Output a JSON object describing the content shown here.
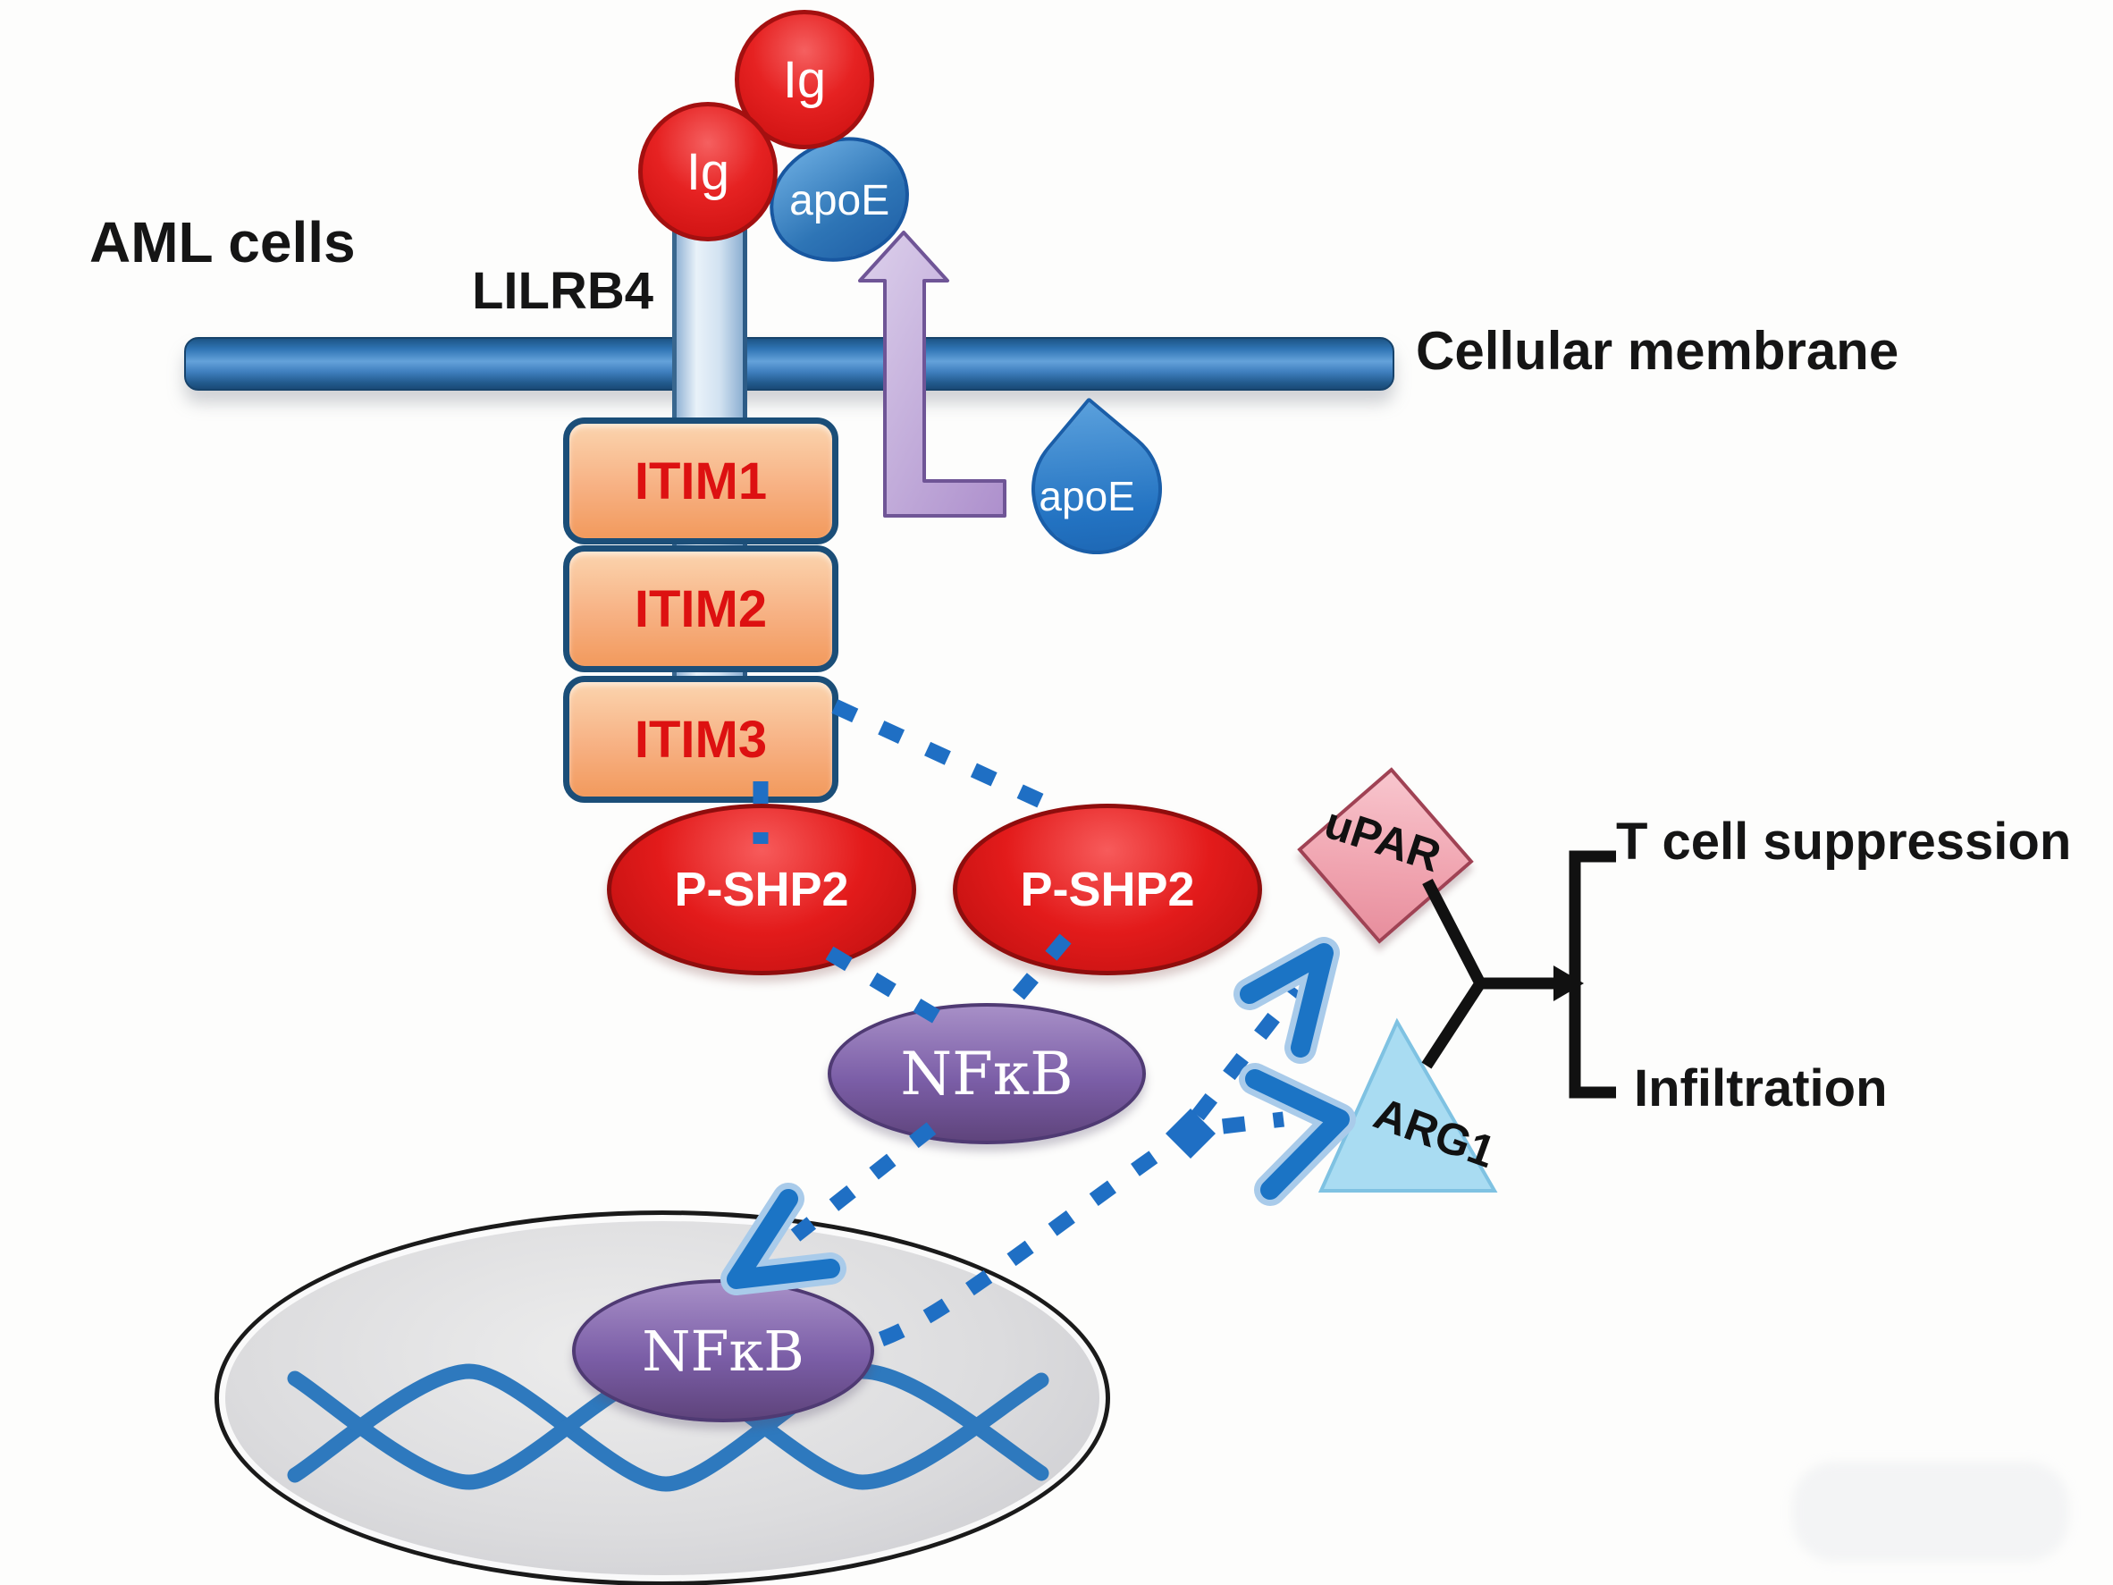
{
  "figure_type": "cell-signaling-pathway-diagram",
  "cell": {
    "label": "AML cells"
  },
  "membrane": {
    "label": "Cellular membrane",
    "color": "#2E75B6"
  },
  "receptor": {
    "name": "LILRB4",
    "ig_domain_1": "Ig",
    "ig_domain_2": "Ig",
    "itims": [
      "ITIM1",
      "ITIM2",
      "ITIM3"
    ],
    "itim_fill": "#F7B183",
    "itim_text_color": "#DD1111"
  },
  "ligand": {
    "bound_label": "apoE",
    "free_label": "apoE",
    "color": "#2373C2",
    "translocation_arrow_color": "#C4AEDB"
  },
  "signaling": {
    "pshp2_left": "P-SHP2",
    "pshp2_right": "P-SHP2",
    "pshp2_color": "#E31B1B",
    "nfkb_cytoplasm": "NFκB",
    "nfkb_nucleus": "NFκB",
    "nfkb_color": "#7B5EA7",
    "dashed_arrow_color": "#1F6FC4"
  },
  "nucleus": {
    "fill": "#DCDCDE",
    "dna_color": "#2E79BE"
  },
  "effectors": {
    "upar": "uPAR",
    "upar_color": "#F0A3AF",
    "arg1": "ARG1",
    "arg1_color": "#A9DCF2"
  },
  "outcomes": {
    "first": "T cell suppression",
    "second": "Infiltration",
    "bracket_color": "#111111"
  }
}
